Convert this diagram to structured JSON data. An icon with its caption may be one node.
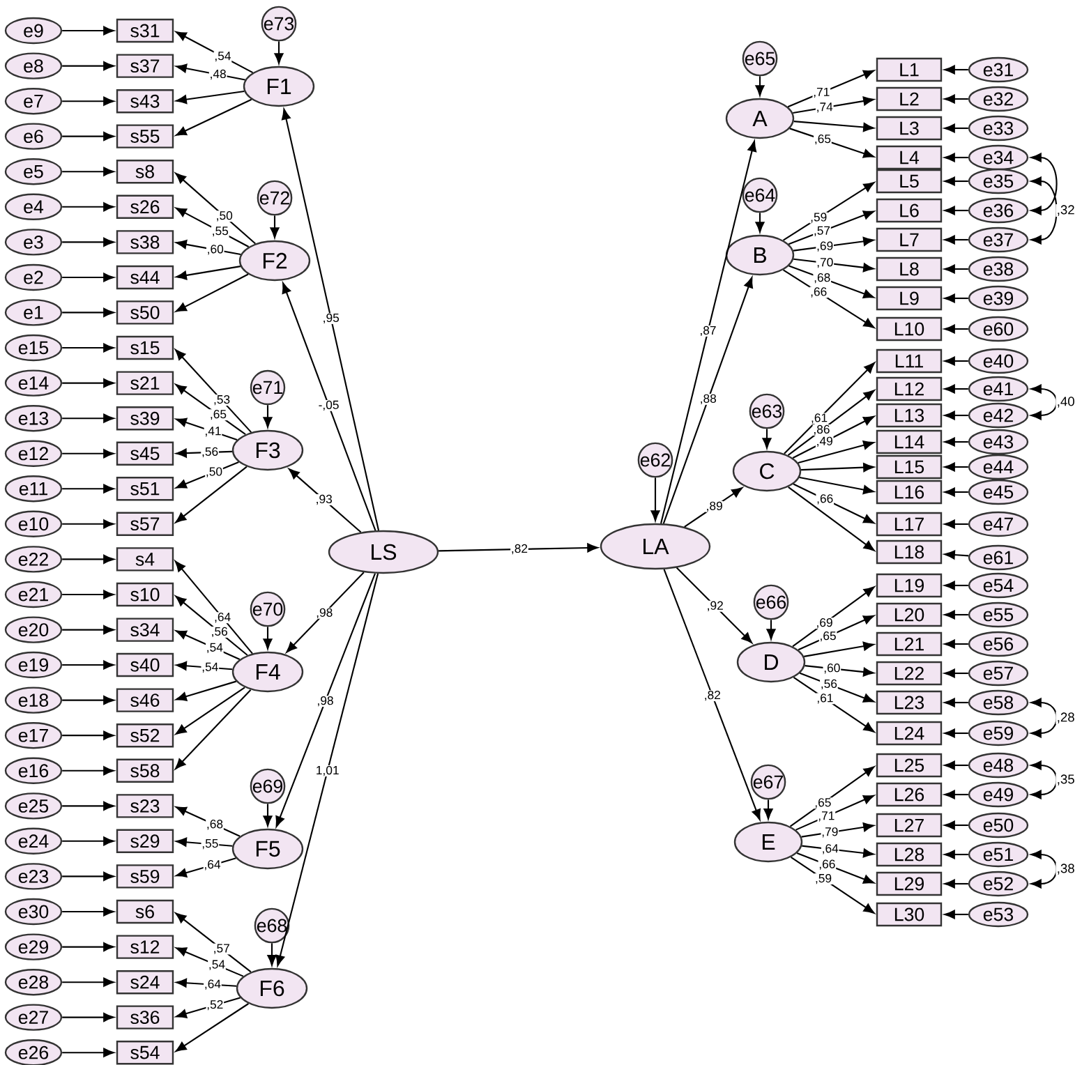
{
  "diagram": {
    "nodes": [
      {
        "text": [
          "LS"
        ]
      },
      {
        "text": [
          "LA"
        ]
      },
      {
        "text": [
          "e62"
        ]
      },
      {
        "text": [
          "F1"
        ]
      },
      {
        "text": [
          "F2"
        ]
      },
      {
        "text": [
          "F3"
        ]
      },
      {
        "text": [
          "F4"
        ]
      },
      {
        "text": [
          "F5"
        ]
      },
      {
        "text": [
          "F6"
        ]
      },
      {
        "text": [
          "e73"
        ]
      },
      {
        "text": [
          "e72"
        ]
      },
      {
        "text": [
          "e71"
        ]
      },
      {
        "text": [
          "e70"
        ]
      },
      {
        "text": [
          "e69"
        ]
      },
      {
        "text": [
          "e68"
        ]
      },
      {
        "text": [
          "s31"
        ]
      },
      {
        "text": [
          "s37"
        ]
      },
      {
        "text": [
          "s43"
        ]
      },
      {
        "text": [
          "s55"
        ]
      },
      {
        "text": [
          "s8"
        ]
      },
      {
        "text": [
          "s26"
        ]
      },
      {
        "text": [
          "s38"
        ]
      },
      {
        "text": [
          "s44"
        ]
      },
      {
        "text": [
          "s50"
        ]
      },
      {
        "text": [
          "s15"
        ]
      },
      {
        "text": [
          "s21"
        ]
      },
      {
        "text": [
          "s39"
        ]
      },
      {
        "text": [
          "s45"
        ]
      },
      {
        "text": [
          "s51"
        ]
      },
      {
        "text": [
          "s57"
        ]
      },
      {
        "text": [
          "s4"
        ]
      },
      {
        "text": [
          "s10"
        ]
      },
      {
        "text": [
          "s34"
        ]
      },
      {
        "text": [
          "s40"
        ]
      },
      {
        "text": [
          "s46"
        ]
      },
      {
        "text": [
          "s52"
        ]
      },
      {
        "text": [
          "s58"
        ]
      },
      {
        "text": [
          "s23"
        ]
      },
      {
        "text": [
          "s29"
        ]
      },
      {
        "text": [
          "s59"
        ]
      },
      {
        "text": [
          "s6"
        ]
      },
      {
        "text": [
          "s12"
        ]
      },
      {
        "text": [
          "s24"
        ]
      },
      {
        "text": [
          "s36"
        ]
      },
      {
        "text": [
          "s54"
        ]
      },
      {
        "text": [
          "e9"
        ]
      },
      {
        "text": [
          "e8"
        ]
      },
      {
        "text": [
          "e7"
        ]
      },
      {
        "text": [
          "e6"
        ]
      },
      {
        "text": [
          "e5"
        ]
      },
      {
        "text": [
          "e4"
        ]
      },
      {
        "text": [
          "e3"
        ]
      },
      {
        "text": [
          "e2"
        ]
      },
      {
        "text": [
          "e1"
        ]
      },
      {
        "text": [
          "e15"
        ]
      },
      {
        "text": [
          "e14"
        ]
      },
      {
        "text": [
          "e13"
        ]
      },
      {
        "text": [
          "e12"
        ]
      },
      {
        "text": [
          "e11"
        ]
      },
      {
        "text": [
          "e10"
        ]
      },
      {
        "text": [
          "e22"
        ]
      },
      {
        "text": [
          "e21"
        ]
      },
      {
        "text": [
          "e20"
        ]
      },
      {
        "text": [
          "e19"
        ]
      },
      {
        "text": [
          "e18"
        ]
      },
      {
        "text": [
          "e17"
        ]
      },
      {
        "text": [
          "e16"
        ]
      },
      {
        "text": [
          "e25"
        ]
      },
      {
        "text": [
          "e24"
        ]
      },
      {
        "text": [
          "e23"
        ]
      },
      {
        "text": [
          "e30"
        ]
      },
      {
        "text": [
          "e29"
        ]
      },
      {
        "text": [
          "e28"
        ]
      },
      {
        "text": [
          "e27"
        ]
      },
      {
        "text": [
          "e26"
        ]
      },
      {
        "text": [
          "A"
        ]
      },
      {
        "text": [
          "B"
        ]
      },
      {
        "text": [
          "C"
        ]
      },
      {
        "text": [
          "D"
        ]
      },
      {
        "text": [
          "E"
        ]
      },
      {
        "text": [
          "e65"
        ]
      },
      {
        "text": [
          "e64"
        ]
      },
      {
        "text": [
          "e63"
        ]
      },
      {
        "text": [
          "e66"
        ]
      },
      {
        "text": [
          "e67"
        ]
      },
      {
        "text": [
          "L1"
        ]
      },
      {
        "text": [
          "L2"
        ]
      },
      {
        "text": [
          "L3"
        ]
      },
      {
        "text": [
          "L4"
        ]
      },
      {
        "text": [
          "L5"
        ]
      },
      {
        "text": [
          "L6"
        ]
      },
      {
        "text": [
          "L7"
        ]
      },
      {
        "text": [
          "L8"
        ]
      },
      {
        "text": [
          "L9"
        ]
      },
      {
        "text": [
          "L10"
        ]
      },
      {
        "text": [
          "L11"
        ]
      },
      {
        "text": [
          "L12"
        ]
      },
      {
        "text": [
          "L13"
        ]
      },
      {
        "text": [
          "L14"
        ]
      },
      {
        "text": [
          "L15"
        ]
      },
      {
        "text": [
          "L16"
        ]
      },
      {
        "text": [
          "L17"
        ]
      },
      {
        "text": [
          "L18"
        ]
      },
      {
        "text": [
          "L19"
        ]
      },
      {
        "text": [
          "L20"
        ]
      },
      {
        "text": [
          "L21"
        ]
      },
      {
        "text": [
          "L22"
        ]
      },
      {
        "text": [
          "L23"
        ]
      },
      {
        "text": [
          "L24"
        ]
      },
      {
        "text": [
          "L25"
        ]
      },
      {
        "text": [
          "L26"
        ]
      },
      {
        "text": [
          "L27"
        ]
      },
      {
        "text": [
          "L28"
        ]
      },
      {
        "text": [
          "L29"
        ]
      },
      {
        "text": [
          "L30"
        ]
      },
      {
        "text": [
          "e31"
        ]
      },
      {
        "text": [
          "e32"
        ]
      },
      {
        "text": [
          "e33"
        ]
      },
      {
        "text": [
          "e34"
        ]
      },
      {
        "text": [
          "e35"
        ]
      },
      {
        "text": [
          "e36"
        ]
      },
      {
        "text": [
          "e37"
        ]
      },
      {
        "text": [
          "e38"
        ]
      },
      {
        "text": [
          "e39"
        ]
      },
      {
        "text": [
          "e60"
        ]
      },
      {
        "text": [
          "e40"
        ]
      },
      {
        "text": [
          "e41"
        ]
      },
      {
        "text": [
          "e42"
        ]
      },
      {
        "text": [
          "e43"
        ]
      },
      {
        "text": [
          "e44"
        ]
      },
      {
        "text": [
          "e45"
        ]
      },
      {
        "text": [
          "e47"
        ]
      },
      {
        "text": [
          "e61"
        ]
      },
      {
        "text": [
          "e54"
        ]
      },
      {
        "text": [
          "e55"
        ]
      },
      {
        "text": [
          "e56"
        ]
      },
      {
        "text": [
          "e57"
        ]
      },
      {
        "text": [
          "e58"
        ]
      },
      {
        "text": [
          "e59"
        ]
      },
      {
        "text": [
          "e48"
        ]
      },
      {
        "text": [
          "e49"
        ]
      },
      {
        "text": [
          "e50"
        ]
      },
      {
        "text": [
          "e51"
        ]
      },
      {
        "text": [
          "e52"
        ]
      },
      {
        "text": [
          "e53"
        ]
      }
    ],
    "edges": [
      {
        "from": 0,
        "to": 1,
        "arrow": "to",
        "label": ",82"
      },
      {
        "from": 2,
        "to": 1,
        "arrow": "to"
      },
      {
        "from": 0,
        "to": 3,
        "arrow": "to",
        "label": ",95"
      },
      {
        "from": 0,
        "to": 4,
        "arrow": "to",
        "label": "-,05"
      },
      {
        "from": 0,
        "to": 5,
        "arrow": "to",
        "label": ",93"
      },
      {
        "from": 0,
        "to": 6,
        "arrow": "to",
        "label": ",98"
      },
      {
        "from": 0,
        "to": 7,
        "arrow": "to",
        "label": ",98"
      },
      {
        "from": 0,
        "to": 8,
        "arrow": "to",
        "label": "1,01"
      },
      {
        "from": 9,
        "to": 3,
        "arrow": "to"
      },
      {
        "from": 10,
        "to": 4,
        "arrow": "to"
      },
      {
        "from": 11,
        "to": 5,
        "arrow": "to"
      },
      {
        "from": 12,
        "to": 6,
        "arrow": "to"
      },
      {
        "from": 13,
        "to": 7,
        "arrow": "to"
      },
      {
        "from": 14,
        "to": 8,
        "arrow": "to"
      },
      {
        "from": 1,
        "to": 75,
        "arrow": "to",
        "label": ",87"
      },
      {
        "from": 1,
        "to": 76,
        "arrow": "to",
        "label": ",88"
      },
      {
        "from": 1,
        "to": 77,
        "arrow": "to",
        "label": ",89"
      },
      {
        "from": 1,
        "to": 78,
        "arrow": "to",
        "label": ",92"
      },
      {
        "from": 1,
        "to": 79,
        "arrow": "to",
        "label": ",82"
      },
      {
        "from": 80,
        "to": 75,
        "arrow": "to"
      },
      {
        "from": 81,
        "to": 76,
        "arrow": "to"
      },
      {
        "from": 82,
        "to": 77,
        "arrow": "to"
      },
      {
        "from": 83,
        "to": 78,
        "arrow": "to"
      },
      {
        "from": 84,
        "to": 79,
        "arrow": "to"
      },
      {
        "from": 3,
        "to": 15,
        "arrow": "to",
        "label": ",54"
      },
      {
        "from": 3,
        "to": 16,
        "arrow": "to",
        "label": ",48"
      },
      {
        "from": 3,
        "to": 17,
        "arrow": "to"
      },
      {
        "from": 3,
        "to": 18,
        "arrow": "to"
      },
      {
        "from": 4,
        "to": 19,
        "arrow": "to",
        "label": ",50"
      },
      {
        "from": 4,
        "to": 20,
        "arrow": "to",
        "label": ",55"
      },
      {
        "from": 4,
        "to": 21,
        "arrow": "to",
        "label": ",60"
      },
      {
        "from": 4,
        "to": 22,
        "arrow": "to"
      },
      {
        "from": 4,
        "to": 23,
        "arrow": "to"
      },
      {
        "from": 5,
        "to": 24,
        "arrow": "to",
        "label": ",53"
      },
      {
        "from": 5,
        "to": 25,
        "arrow": "to",
        "label": ",65"
      },
      {
        "from": 5,
        "to": 26,
        "arrow": "to",
        "label": ",41"
      },
      {
        "from": 5,
        "to": 27,
        "arrow": "to",
        "label": ",56"
      },
      {
        "from": 5,
        "to": 28,
        "arrow": "to",
        "label": ",50"
      },
      {
        "from": 5,
        "to": 29,
        "arrow": "to"
      },
      {
        "from": 6,
        "to": 30,
        "arrow": "to",
        "label": ",64"
      },
      {
        "from": 6,
        "to": 31,
        "arrow": "to",
        "label": ",56"
      },
      {
        "from": 6,
        "to": 32,
        "arrow": "to",
        "label": ",54"
      },
      {
        "from": 6,
        "to": 33,
        "arrow": "to",
        "label": ",54"
      },
      {
        "from": 6,
        "to": 34,
        "arrow": "to"
      },
      {
        "from": 6,
        "to": 35,
        "arrow": "to"
      },
      {
        "from": 6,
        "to": 36,
        "arrow": "to"
      },
      {
        "from": 7,
        "to": 37,
        "arrow": "to",
        "label": ",68"
      },
      {
        "from": 7,
        "to": 38,
        "arrow": "to",
        "label": ",55"
      },
      {
        "from": 7,
        "to": 39,
        "arrow": "to",
        "label": ",64"
      },
      {
        "from": 8,
        "to": 40,
        "arrow": "to",
        "label": ",57"
      },
      {
        "from": 8,
        "to": 41,
        "arrow": "to",
        "label": ",54"
      },
      {
        "from": 8,
        "to": 42,
        "arrow": "to",
        "label": ",64"
      },
      {
        "from": 8,
        "to": 43,
        "arrow": "to",
        "label": ",52"
      },
      {
        "from": 8,
        "to": 44,
        "arrow": "to"
      },
      {
        "from": 45,
        "to": 15,
        "arrow": "to"
      },
      {
        "from": 46,
        "to": 16,
        "arrow": "to"
      },
      {
        "from": 47,
        "to": 17,
        "arrow": "to"
      },
      {
        "from": 48,
        "to": 18,
        "arrow": "to"
      },
      {
        "from": 49,
        "to": 19,
        "arrow": "to"
      },
      {
        "from": 50,
        "to": 20,
        "arrow": "to"
      },
      {
        "from": 51,
        "to": 21,
        "arrow": "to"
      },
      {
        "from": 52,
        "to": 22,
        "arrow": "to"
      },
      {
        "from": 53,
        "to": 23,
        "arrow": "to"
      },
      {
        "from": 54,
        "to": 24,
        "arrow": "to"
      },
      {
        "from": 55,
        "to": 25,
        "arrow": "to"
      },
      {
        "from": 56,
        "to": 26,
        "arrow": "to"
      },
      {
        "from": 57,
        "to": 27,
        "arrow": "to"
      },
      {
        "from": 58,
        "to": 28,
        "arrow": "to"
      },
      {
        "from": 59,
        "to": 29,
        "arrow": "to"
      },
      {
        "from": 60,
        "to": 30,
        "arrow": "to"
      },
      {
        "from": 61,
        "to": 31,
        "arrow": "to"
      },
      {
        "from": 62,
        "to": 32,
        "arrow": "to"
      },
      {
        "from": 63,
        "to": 33,
        "arrow": "to"
      },
      {
        "from": 64,
        "to": 34,
        "arrow": "to"
      },
      {
        "from": 65,
        "to": 35,
        "arrow": "to"
      },
      {
        "from": 66,
        "to": 36,
        "arrow": "to"
      },
      {
        "from": 67,
        "to": 37,
        "arrow": "to"
      },
      {
        "from": 68,
        "to": 38,
        "arrow": "to"
      },
      {
        "from": 69,
        "to": 39,
        "arrow": "to"
      },
      {
        "from": 70,
        "to": 40,
        "arrow": "to"
      },
      {
        "from": 71,
        "to": 41,
        "arrow": "to"
      },
      {
        "from": 72,
        "to": 42,
        "arrow": "to"
      },
      {
        "from": 73,
        "to": 43,
        "arrow": "to"
      },
      {
        "from": 74,
        "to": 44,
        "arrow": "to"
      },
      {
        "from": 75,
        "to": 85,
        "arrow": "to",
        "label": ",71"
      },
      {
        "from": 75,
        "to": 86,
        "arrow": "to",
        "label": ",74"
      },
      {
        "from": 75,
        "to": 87,
        "arrow": "to"
      },
      {
        "from": 75,
        "to": 88,
        "arrow": "to",
        "label": ",65"
      },
      {
        "from": 76,
        "to": 89,
        "arrow": "to",
        "label": ",59"
      },
      {
        "from": 76,
        "to": 90,
        "arrow": "to",
        "label": ",57"
      },
      {
        "from": 76,
        "to": 91,
        "arrow": "to",
        "label": ",69"
      },
      {
        "from": 76,
        "to": 92,
        "arrow": "to",
        "label": ",70"
      },
      {
        "from": 76,
        "to": 93,
        "arrow": "to",
        "label": ",68"
      },
      {
        "from": 76,
        "to": 94,
        "arrow": "to",
        "label": ",66"
      },
      {
        "from": 77,
        "to": 95,
        "arrow": "to",
        "label": ",61"
      },
      {
        "from": 77,
        "to": 96,
        "arrow": "to",
        "label": ",86"
      },
      {
        "from": 77,
        "to": 97,
        "arrow": "to",
        "label": ",49"
      },
      {
        "from": 77,
        "to": 98,
        "arrow": "to"
      },
      {
        "from": 77,
        "to": 99,
        "arrow": "to"
      },
      {
        "from": 77,
        "to": 100,
        "arrow": "to"
      },
      {
        "from": 77,
        "to": 101,
        "arrow": "to",
        "label": ",66"
      },
      {
        "from": 77,
        "to": 102,
        "arrow": "to"
      },
      {
        "from": 78,
        "to": 103,
        "arrow": "to",
        "label": ",69"
      },
      {
        "from": 78,
        "to": 104,
        "arrow": "to",
        "label": ",65"
      },
      {
        "from": 78,
        "to": 105,
        "arrow": "to"
      },
      {
        "from": 78,
        "to": 106,
        "arrow": "to",
        "label": ",60"
      },
      {
        "from": 78,
        "to": 107,
        "arrow": "to",
        "label": ",56"
      },
      {
        "from": 78,
        "to": 108,
        "arrow": "to",
        "label": ",61"
      },
      {
        "from": 79,
        "to": 109,
        "arrow": "to",
        "label": ",65"
      },
      {
        "from": 79,
        "to": 110,
        "arrow": "to",
        "label": ",71"
      },
      {
        "from": 79,
        "to": 111,
        "arrow": "to",
        "label": ",79"
      },
      {
        "from": 79,
        "to": 112,
        "arrow": "to",
        "label": ",64"
      },
      {
        "from": 79,
        "to": 113,
        "arrow": "to",
        "label": ",66"
      },
      {
        "from": 79,
        "to": 114,
        "arrow": "to",
        "label": ",59"
      },
      {
        "from": 115,
        "to": 85,
        "arrow": "to"
      },
      {
        "from": 116,
        "to": 86,
        "arrow": "to"
      },
      {
        "from": 117,
        "to": 87,
        "arrow": "to"
      },
      {
        "from": 118,
        "to": 88,
        "arrow": "to"
      },
      {
        "from": 119,
        "to": 89,
        "arrow": "to"
      },
      {
        "from": 120,
        "to": 90,
        "arrow": "to"
      },
      {
        "from": 121,
        "to": 91,
        "arrow": "to"
      },
      {
        "from": 122,
        "to": 92,
        "arrow": "to"
      },
      {
        "from": 123,
        "to": 93,
        "arrow": "to"
      },
      {
        "from": 124,
        "to": 94,
        "arrow": "to"
      },
      {
        "from": 125,
        "to": 95,
        "arrow": "to"
      },
      {
        "from": 126,
        "to": 96,
        "arrow": "to"
      },
      {
        "from": 127,
        "to": 97,
        "arrow": "to"
      },
      {
        "from": 128,
        "to": 98,
        "arrow": "to"
      },
      {
        "from": 129,
        "to": 99,
        "arrow": "to"
      },
      {
        "from": 130,
        "to": 100,
        "arrow": "to"
      },
      {
        "from": 131,
        "to": 101,
        "arrow": "to"
      },
      {
        "from": 132,
        "to": 102,
        "arrow": "to"
      },
      {
        "from": 133,
        "to": 103,
        "arrow": "to"
      },
      {
        "from": 134,
        "to": 104,
        "arrow": "to"
      },
      {
        "from": 135,
        "to": 105,
        "arrow": "to"
      },
      {
        "from": 136,
        "to": 106,
        "arrow": "to"
      },
      {
        "from": 137,
        "to": 107,
        "arrow": "to"
      },
      {
        "from": 138,
        "to": 108,
        "arrow": "to"
      },
      {
        "from": 139,
        "to": 109,
        "arrow": "to"
      },
      {
        "from": 140,
        "to": 110,
        "arrow": "to"
      },
      {
        "from": 141,
        "to": 111,
        "arrow": "to"
      },
      {
        "from": 142,
        "to": 112,
        "arrow": "to"
      },
      {
        "from": 143,
        "to": 113,
        "arrow": "to"
      },
      {
        "from": 144,
        "to": 114,
        "arrow": "to"
      },
      {
        "from": 118,
        "to": 120,
        "arrow": "both"
      },
      {
        "from": 119,
        "to": 121,
        "arrow": "both",
        "label": ",32"
      },
      {
        "from": 126,
        "to": 127,
        "arrow": "both",
        "label": ",40"
      },
      {
        "from": 137,
        "to": 138,
        "arrow": "both",
        "label": ",28"
      },
      {
        "from": 139,
        "to": 140,
        "arrow": "both",
        "label": ",35"
      },
      {
        "from": 142,
        "to": 143,
        "arrow": "both",
        "label": ",38"
      }
    ]
  }
}
